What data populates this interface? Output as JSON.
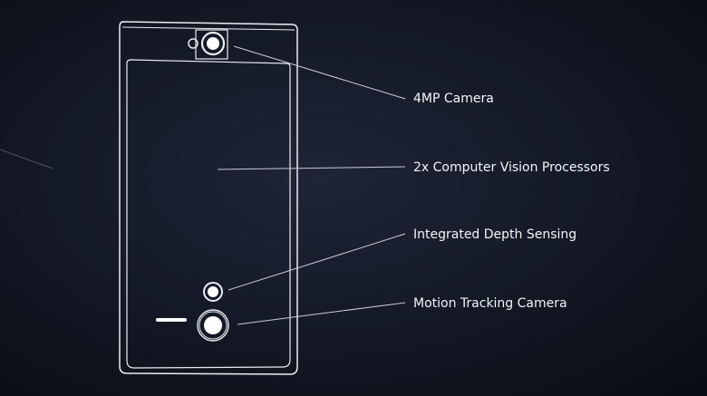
{
  "labels": {
    "camera": "4MP Camera",
    "vision": "2x Computer Vision Processors",
    "depth": "Integrated Depth Sensing",
    "motion": "Motion Tracking Camera"
  },
  "colors": {
    "line": "#e8ecf2",
    "background": "#151a28"
  }
}
